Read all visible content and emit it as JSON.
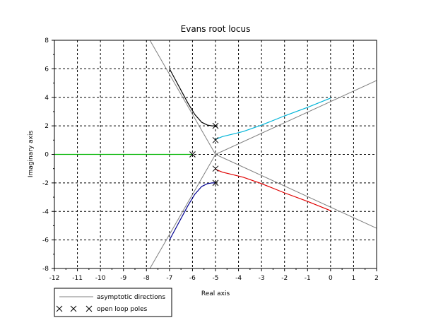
{
  "chart_data": {
    "type": "line",
    "title": "Evans root locus",
    "xlabel": "Real axis",
    "ylabel": "Imaginary axis",
    "xlim": [
      -12,
      2
    ],
    "ylim": [
      -8,
      8
    ],
    "xticks": [
      -12,
      -11,
      -10,
      -9,
      -8,
      -7,
      -6,
      -5,
      -4,
      -3,
      -2,
      -1,
      0,
      1,
      2
    ],
    "yticks": [
      -8,
      -6,
      -4,
      -2,
      0,
      2,
      4,
      6,
      8
    ],
    "grid": true,
    "grid_style": "dashed",
    "legend_position": "bottom-left",
    "legend": [
      {
        "label": "asymptotic directions",
        "kind": "line",
        "color": "#808080"
      },
      {
        "label": "open loop poles",
        "kind": "marker",
        "marker": "x",
        "color": "#000000"
      }
    ],
    "open_loop_poles": [
      {
        "x": -6,
        "y": 0
      },
      {
        "x": -5,
        "y": 2
      },
      {
        "x": -5,
        "y": 1
      },
      {
        "x": -5,
        "y": -1
      },
      {
        "x": -5,
        "y": -2
      }
    ],
    "asymptotes": [
      {
        "from": [
          -5,
          0
        ],
        "to": [
          2,
          5.18
        ]
      },
      {
        "from": [
          -5,
          0
        ],
        "to": [
          2,
          -5.18
        ]
      },
      {
        "from": [
          -5,
          0
        ],
        "to": [
          -7.85,
          8
        ]
      },
      {
        "from": [
          -5,
          0
        ],
        "to": [
          -7.85,
          -8
        ]
      }
    ],
    "series": [
      {
        "color": "#000000",
        "x": [
          -7.0,
          -6.6,
          -6.2,
          -5.9,
          -5.6,
          -5.35,
          -5.15,
          -5.0
        ],
        "y": [
          6.0,
          4.8,
          3.6,
          2.8,
          2.25,
          2.05,
          2.0,
          2.0
        ]
      },
      {
        "color": "#00b4d8",
        "x": [
          -5.0,
          -4.7,
          -4.3,
          -3.8,
          -3.0,
          -2.0,
          -1.0,
          0.0
        ],
        "y": [
          1.05,
          1.25,
          1.4,
          1.6,
          2.05,
          2.7,
          3.3,
          3.95
        ]
      },
      {
        "color": "#00b400",
        "x": [
          -12.0,
          -10.0,
          -8.0,
          -6.0
        ],
        "y": [
          0,
          0,
          0,
          0
        ]
      },
      {
        "color": "#e00000",
        "x": [
          -5.0,
          -4.7,
          -4.3,
          -3.8,
          -3.0,
          -2.0,
          -1.0,
          0.0
        ],
        "y": [
          -1.05,
          -1.25,
          -1.4,
          -1.6,
          -2.05,
          -2.7,
          -3.3,
          -3.95
        ]
      },
      {
        "color": "#000090",
        "x": [
          -5.0,
          -5.15,
          -5.35,
          -5.6,
          -5.9,
          -6.2,
          -6.6,
          -7.0
        ],
        "y": [
          -2.0,
          -2.0,
          -2.05,
          -2.25,
          -2.8,
          -3.6,
          -4.8,
          -6.0
        ]
      }
    ]
  }
}
